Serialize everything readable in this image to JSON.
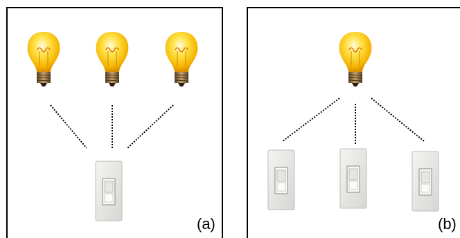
{
  "panels": [
    {
      "id": "a",
      "label": "(a)",
      "bulbs": 3,
      "switches": 1
    },
    {
      "id": "b",
      "label": "(b)",
      "bulbs": 1,
      "switches": 3
    }
  ],
  "colors": {
    "border": "#000000",
    "bulb_glass": "#ffd21a",
    "bulb_glow": "#fff4a8",
    "bulb_base": "#8a6a3c",
    "switch_plate": "#e8e8e4",
    "connector": "#000000"
  },
  "icons": [
    "light-bulb-icon",
    "light-switch-icon"
  ]
}
